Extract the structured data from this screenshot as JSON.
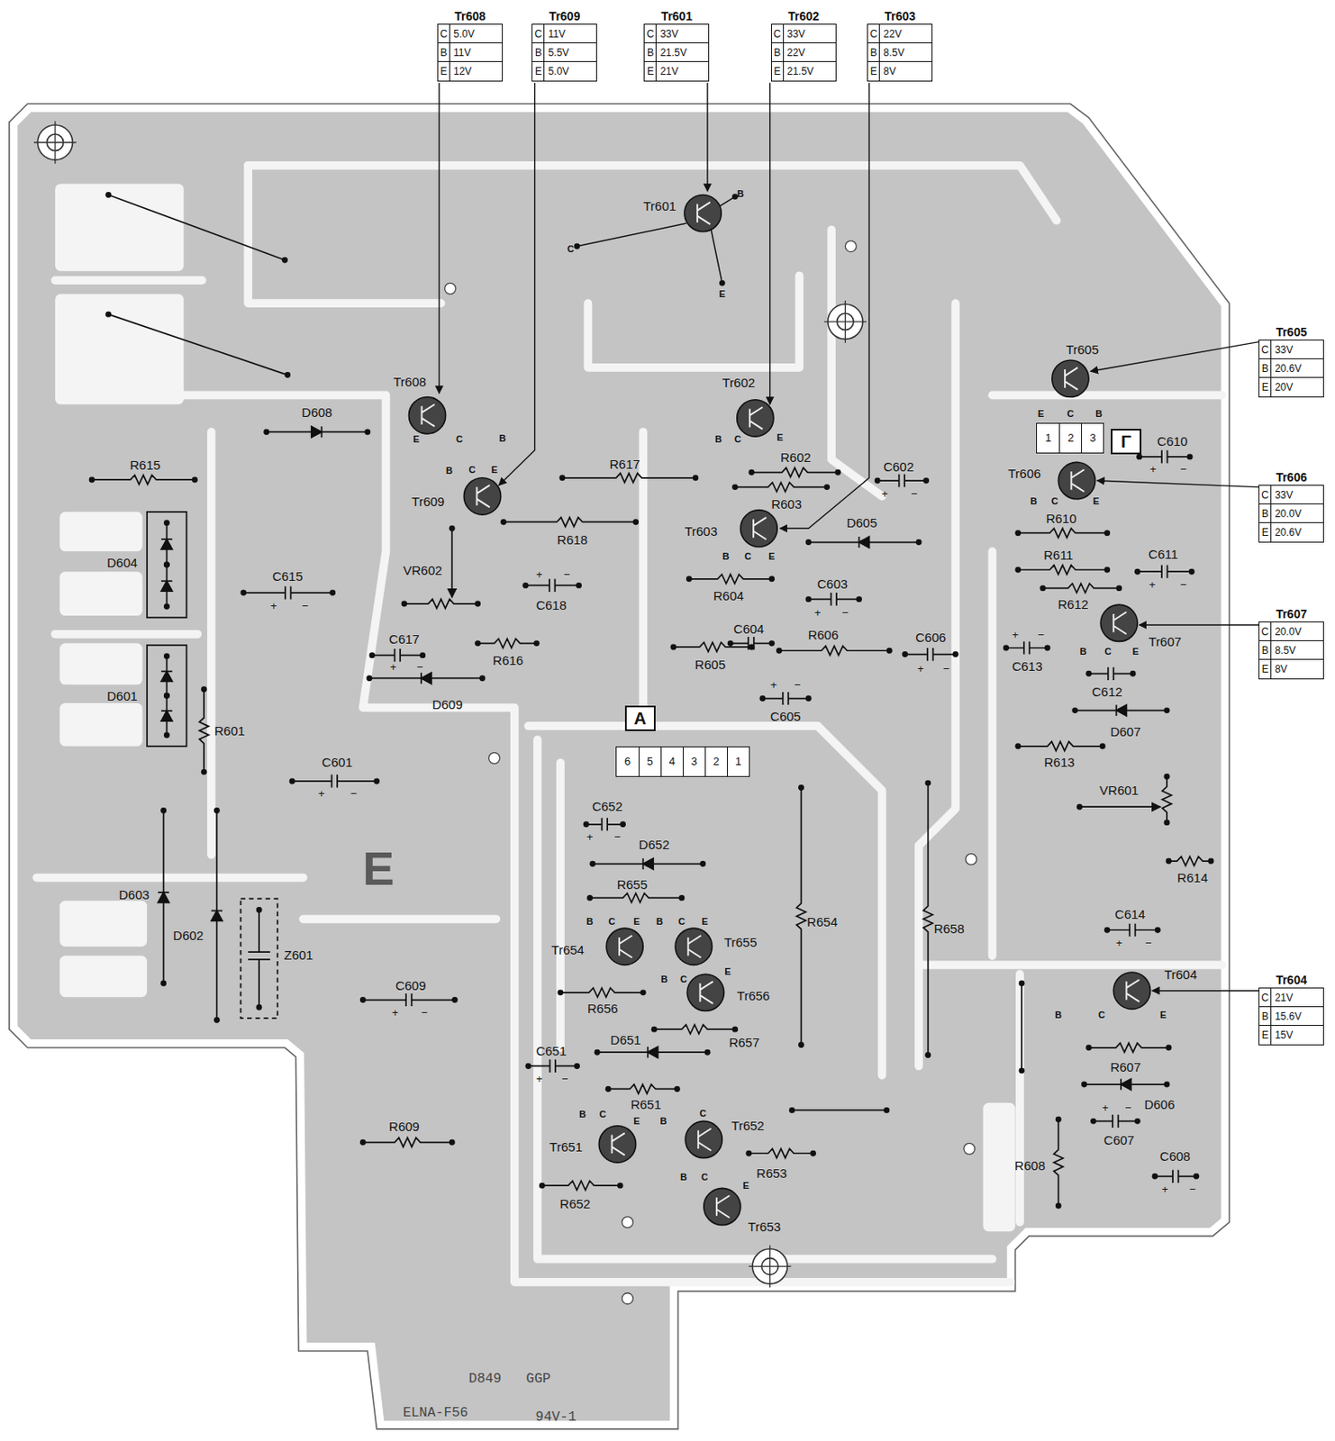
{
  "diagram": {
    "nodes": [
      {
        "text": [
          "Tr608",
          "C",
          "5.0V",
          "B",
          "11V",
          "E",
          "12V"
        ]
      },
      {
        "text": [
          "Tr609",
          "C",
          "11V",
          "B",
          "5.5V",
          "E",
          "5.0V"
        ]
      },
      {
        "text": [
          "Tr601",
          "C",
          "33V",
          "B",
          "21.5V",
          "E",
          "21V"
        ]
      },
      {
        "text": [
          "Tr602",
          "C",
          "33V",
          "B",
          "22V",
          "E",
          "21.5V"
        ]
      },
      {
        "text": [
          "Tr603",
          "C",
          "22V",
          "B",
          "8.5V",
          "E",
          "8V"
        ]
      },
      {
        "text": [
          "Tr605",
          "C",
          "33V",
          "B",
          "20.6V",
          "E",
          "20V"
        ]
      },
      {
        "text": [
          "1",
          "2",
          "3"
        ]
      },
      {
        "text": [
          "Γ"
        ]
      },
      {
        "text": [
          "Tr606",
          "C",
          "33V",
          "B",
          "20.0V",
          "E",
          "20.6V"
        ]
      },
      {
        "text": [
          "Tr607",
          "C",
          "20.0V",
          "B",
          "8.5V",
          "E",
          "8V"
        ]
      },
      {
        "text": [
          "A"
        ]
      },
      {
        "text": [
          "6",
          "5",
          "4",
          "3",
          "2",
          "1"
        ]
      },
      {
        "text": [
          "Tr604",
          "C",
          "21V",
          "B",
          "15.6V",
          "E",
          "15V"
        ]
      }
    ],
    "labels": [
      "Tr601",
      "B",
      "C",
      "E",
      "Tr608",
      "E",
      "C",
      "B",
      "D608",
      "Tr609",
      "B",
      "C",
      "E",
      "R615",
      "D604",
      "C615",
      "+",
      "−",
      "VR602",
      "R617",
      "R618",
      "C618",
      "+",
      "−",
      "R616",
      "C617",
      "+",
      "−",
      "D609",
      "D601",
      "R601",
      "C601",
      "+",
      "−",
      "Tr602",
      "B",
      "C",
      "E",
      "R602",
      "C602",
      "+",
      "−",
      "R603",
      "Tr603",
      "B",
      "C",
      "E",
      "D605",
      "R604",
      "C603",
      "+",
      "−",
      "C604",
      "R606",
      "C606",
      "+",
      "−",
      "R605",
      "C605",
      "+",
      "−",
      "Tr605",
      "E",
      "C",
      "B",
      "C610",
      "+",
      "−",
      "Tr606",
      "B",
      "C",
      "E",
      "R610",
      "R611",
      "C611",
      "+",
      "−",
      "R612",
      "Tr607",
      "B",
      "C",
      "E",
      "C613",
      "+",
      "−",
      "C612",
      "D607",
      "R613",
      "VR601",
      "R614",
      "C614",
      "+",
      "−",
      "Tr604",
      "B",
      "C",
      "E",
      "R607",
      "D606",
      "C607",
      "+",
      "−",
      "C608",
      "+",
      "−",
      "R608",
      "C652",
      "+",
      "−",
      "D652",
      "R655",
      "Tr654",
      "B",
      "C",
      "E",
      "B",
      "C",
      "E",
      "Tr655",
      "R654",
      "R658",
      "Tr656",
      "E",
      "B",
      "C",
      "R656",
      "R657",
      "D651",
      "C651",
      "+",
      "−",
      "R651",
      "Tr651",
      "B",
      "C",
      "E",
      "B",
      "C",
      "Tr652",
      "R653",
      "R652",
      "B",
      "C",
      "E",
      "Tr653",
      "D603",
      "D602",
      "Z601",
      "C609",
      "+",
      "−",
      "R609",
      "E",
      "D849",
      "GGP",
      "ELNA-F56",
      "94V-1"
    ]
  }
}
